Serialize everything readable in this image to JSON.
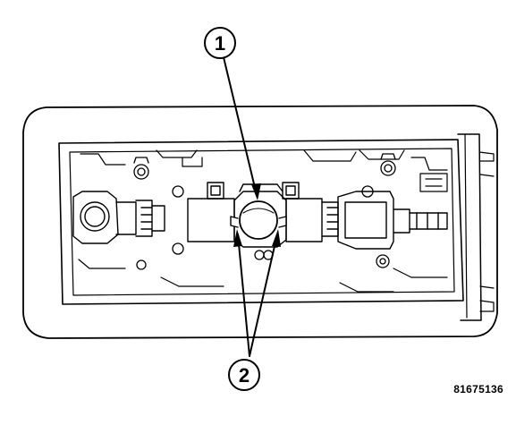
{
  "callouts": [
    {
      "id": "1",
      "label": "1",
      "points_to": "bulb"
    },
    {
      "id": "2",
      "label": "2",
      "points_to": "bulb-socket-tabs"
    }
  ],
  "figure_code": "81675136",
  "colors": {
    "line": "#000000",
    "background": "#ffffff"
  }
}
